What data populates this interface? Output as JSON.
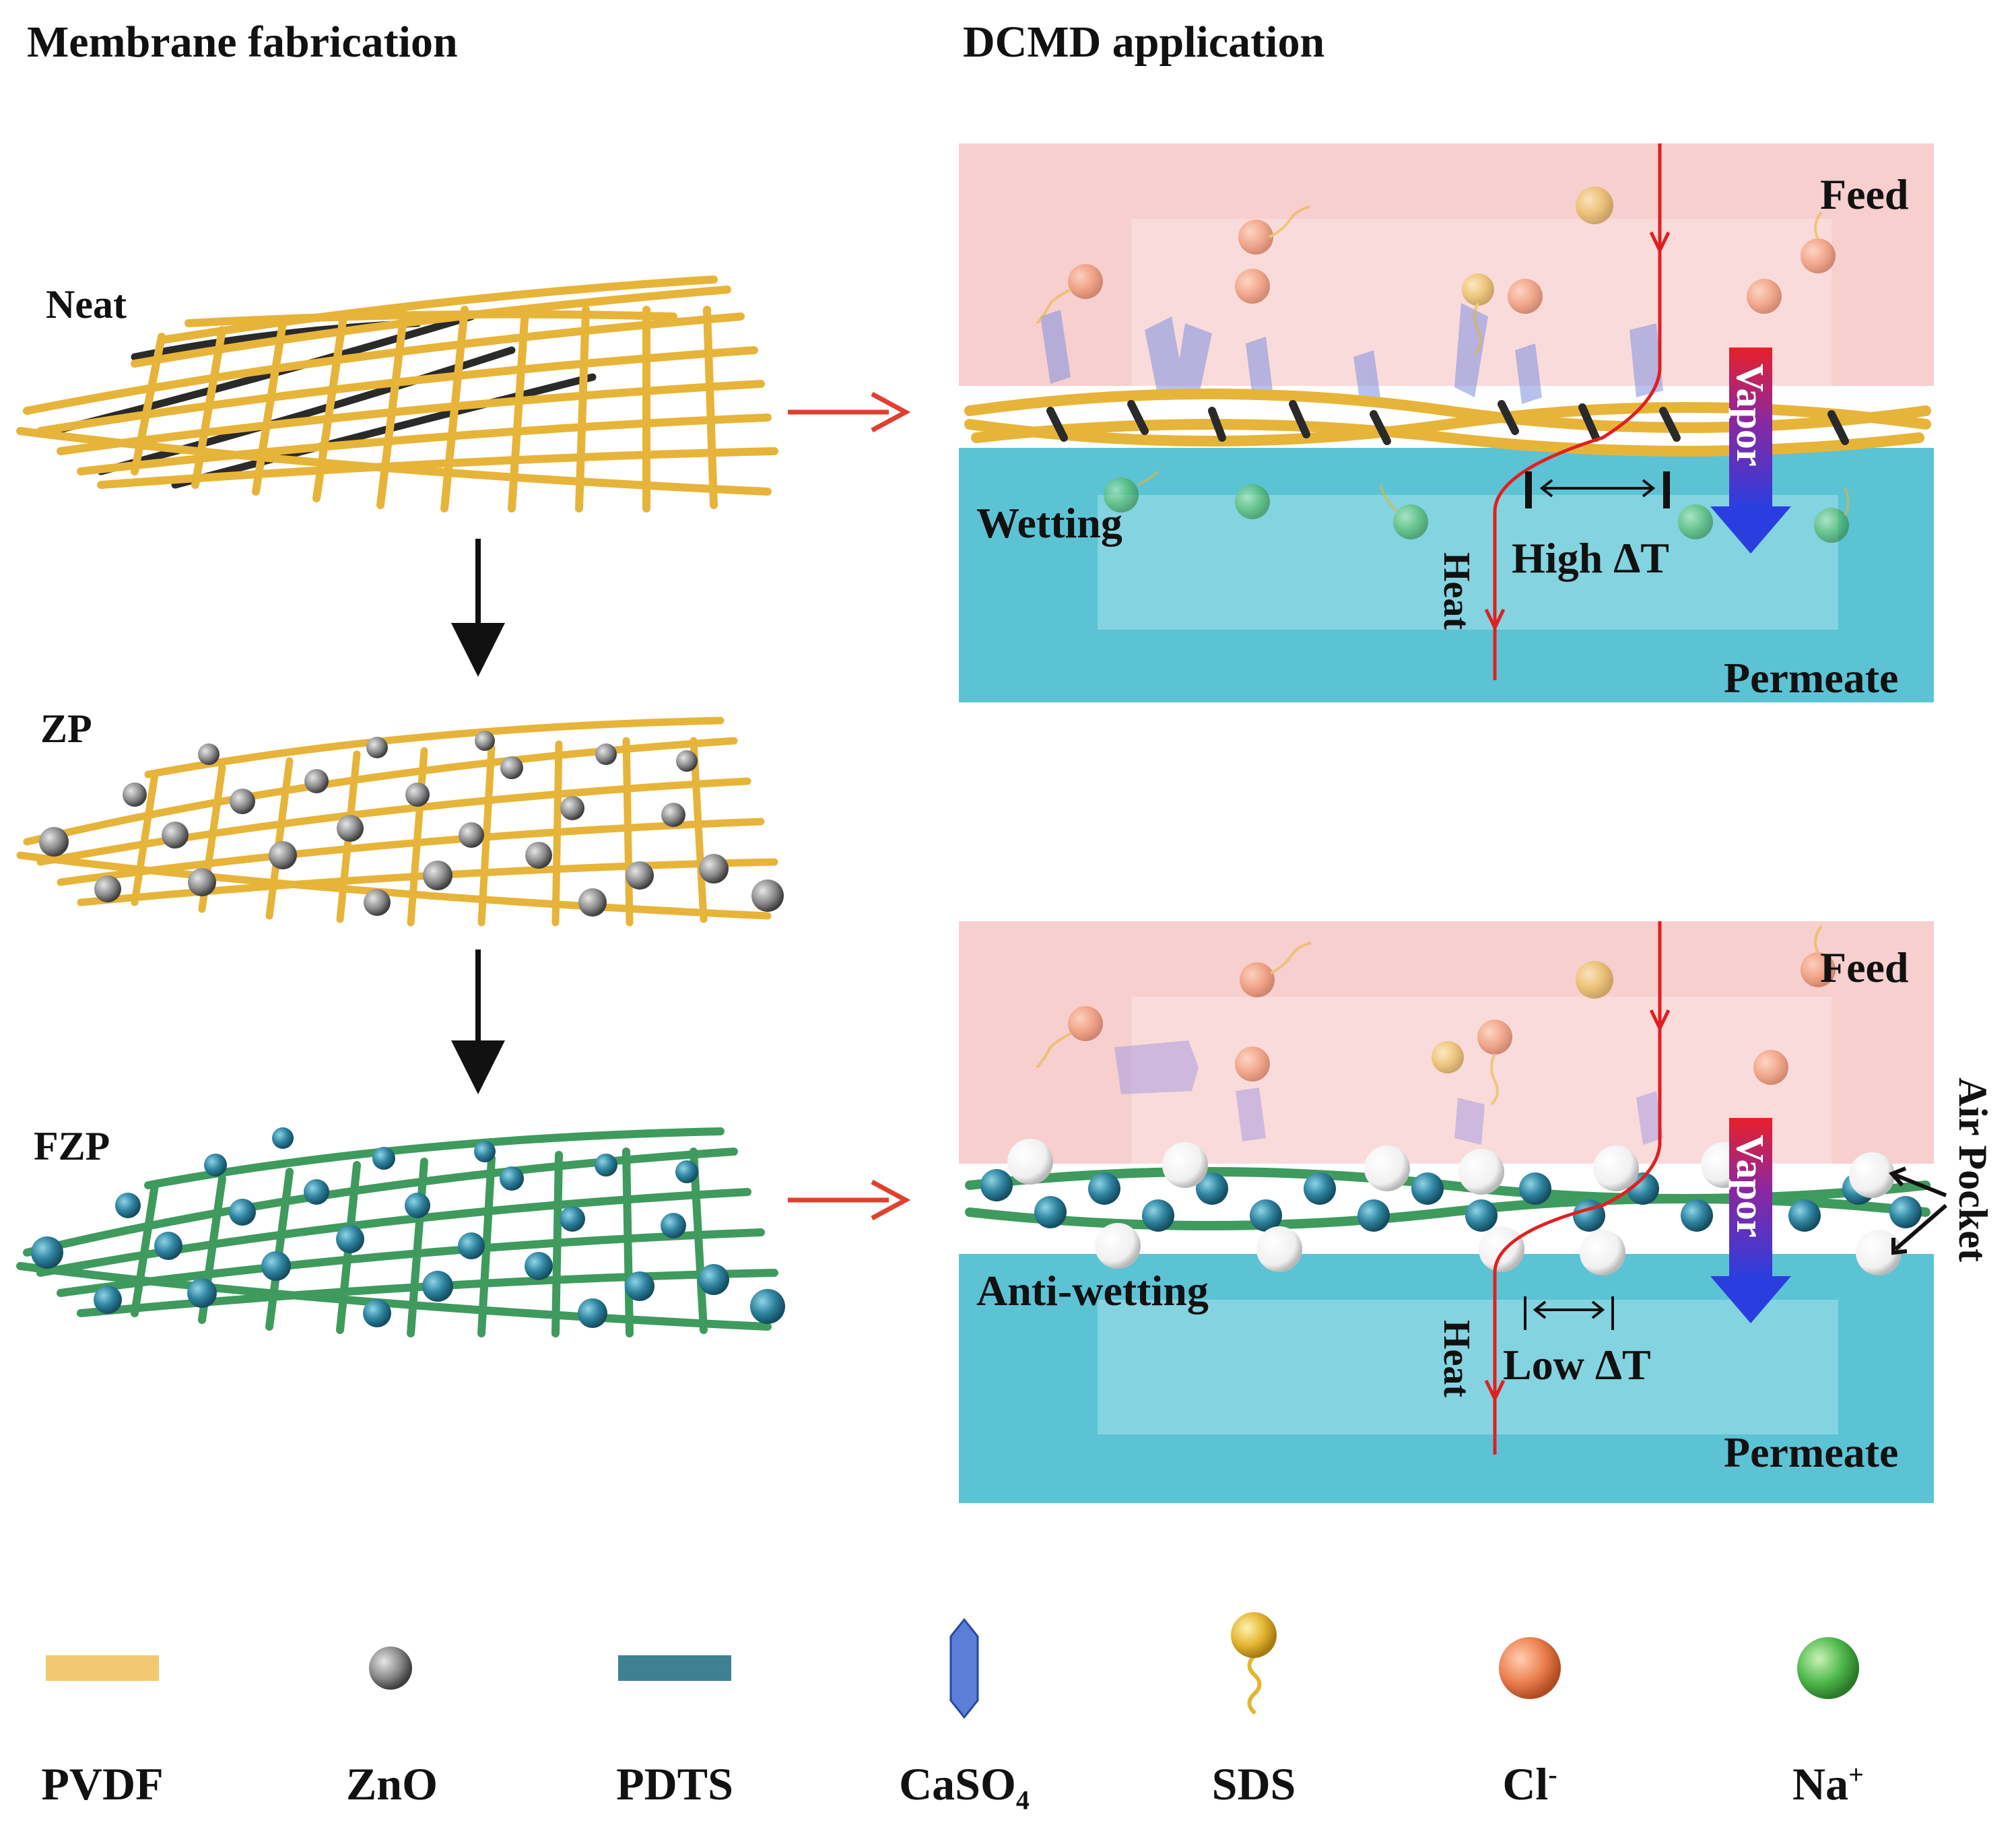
{
  "sections": {
    "left": "Membrane fabrication",
    "right": "DCMD application"
  },
  "stages": {
    "neat": "Neat",
    "zp": "ZP",
    "fzp": "FZP"
  },
  "top_panel": {
    "feed": "Feed",
    "wetting": "Wetting",
    "heat": "Heat",
    "delta_t": "High ΔT",
    "permeate": "Permeate",
    "vapor": "Vapor"
  },
  "bottom_panel": {
    "feed": "Feed",
    "anti_wetting": "Anti-wetting",
    "heat": "Heat",
    "delta_t": "Low ΔT",
    "permeate": "Permeate",
    "vapor": "Vapor",
    "air_pocket": "Air Pocket"
  },
  "legend": [
    {
      "label": "PVDF",
      "icon": "pvdf-fiber-icon",
      "color": "#f2c873"
    },
    {
      "label": "ZnO",
      "icon": "zno-sphere-icon",
      "color": "#9a9a9a"
    },
    {
      "label": "PDTS",
      "icon": "pdts-fiber-icon",
      "color": "#3f8092"
    },
    {
      "label": "CaSO",
      "sub": "4",
      "icon": "caso4-crystal-icon",
      "color": "#5b7fd8"
    },
    {
      "label": "SDS",
      "icon": "sds-molecule-icon",
      "color": "#e3b530"
    },
    {
      "label": "Cl",
      "sup": "-",
      "icon": "cl-ion-icon",
      "color": "#ec8052"
    },
    {
      "label": "Na",
      "sup": "+",
      "icon": "na-ion-icon",
      "color": "#56bf52"
    }
  ],
  "colors": {
    "feed": "#f7cfcf",
    "permeate": "#5cc3d5",
    "pvdf": "#e7b43a",
    "pdts": "#3f9a5e",
    "zno": "#8a8a8a",
    "fzp_particle": "#2e7f9a",
    "heat_line": "#e02020",
    "arrow": "#e04030"
  }
}
